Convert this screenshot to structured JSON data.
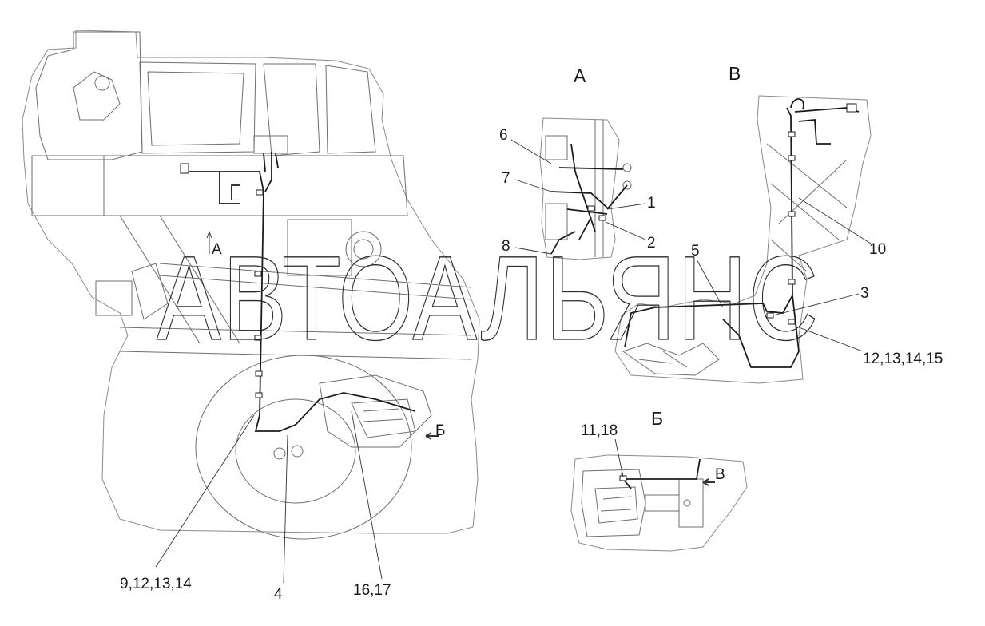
{
  "watermark": "АВТОАЛЬЯНС",
  "views": {
    "main_view_a": "А",
    "main_view_b": "Б",
    "detail_a_title": "А",
    "detail_v_title": "В",
    "detail_b_title": "Б",
    "detail_b_view_v": "В"
  },
  "callouts": {
    "c1": "1",
    "c2": "2",
    "c3": "3",
    "c4": "4",
    "c5": "5",
    "c6": "6",
    "c7": "7",
    "c8": "8",
    "c10": "10",
    "c9_12_13_14": "9,12,13,14",
    "c12_13_14_15": "12,13,14,15",
    "c16_17": "16,17",
    "c11_18": "11,18"
  }
}
